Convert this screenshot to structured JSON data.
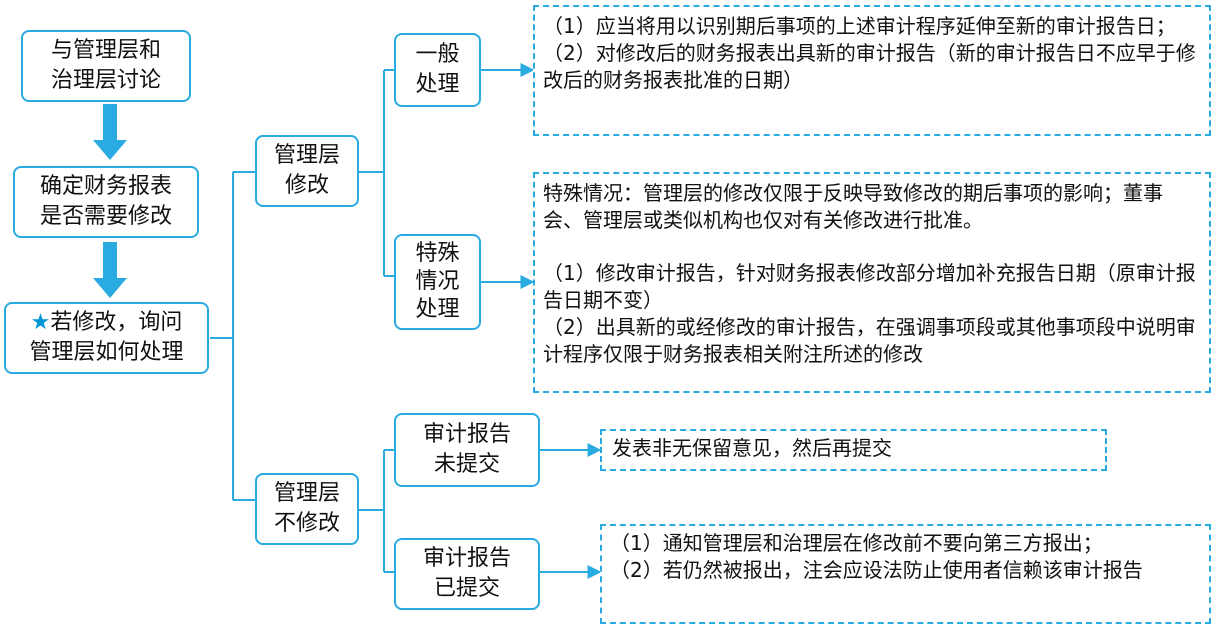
{
  "colors": {
    "line": "#29abe2",
    "arrow": "#29abe2",
    "star": "#0096d6"
  },
  "flow": {
    "step1": [
      "与管理层和",
      "治理层讨论"
    ],
    "step2": [
      "确定财务报表",
      "是否需要修改"
    ],
    "step3": {
      "star": "★",
      "line1": "若修改，询问",
      "line2": "管理层如何处理"
    }
  },
  "branches": {
    "modify": {
      "label": [
        "管理层",
        "修改"
      ],
      "general": {
        "label": [
          "一般",
          "处理"
        ],
        "note": [
          "（1）应当将用以识别期后事项的上述审计程序延伸至新的审计报告日；",
          "（2）对修改后的财务报表出具新的审计报告（新的审计报告日不应早于修改后的财务报表批准的日期）"
        ]
      },
      "special": {
        "label": [
          "特殊",
          "情况",
          "处理"
        ],
        "note_intro": "特殊情况：管理层的修改仅限于反映导致修改的期后事项的影响；董事会、管理层或类似机构也仅对有关修改进行批准。",
        "note": [
          "（1）修改审计报告，针对财务报表修改部分增加补充报告日期（原审计报告日期不变）",
          "（2）出具新的或经修改的审计报告，在强调事项段或其他事项段中说明审计程序仅限于财务报表相关附注所述的修改"
        ]
      }
    },
    "no_modify": {
      "label": [
        "管理层",
        "不修改"
      ],
      "not_submitted": {
        "label": [
          "审计报告",
          "未提交"
        ],
        "note": "发表非无保留意见，然后再提交"
      },
      "submitted": {
        "label": [
          "审计报告",
          "已提交"
        ],
        "note": [
          "（1）通知管理层和治理层在修改前不要向第三方报出；",
          "（2）若仍然被报出，注会应设法防止使用者信赖该审计报告"
        ]
      }
    }
  }
}
